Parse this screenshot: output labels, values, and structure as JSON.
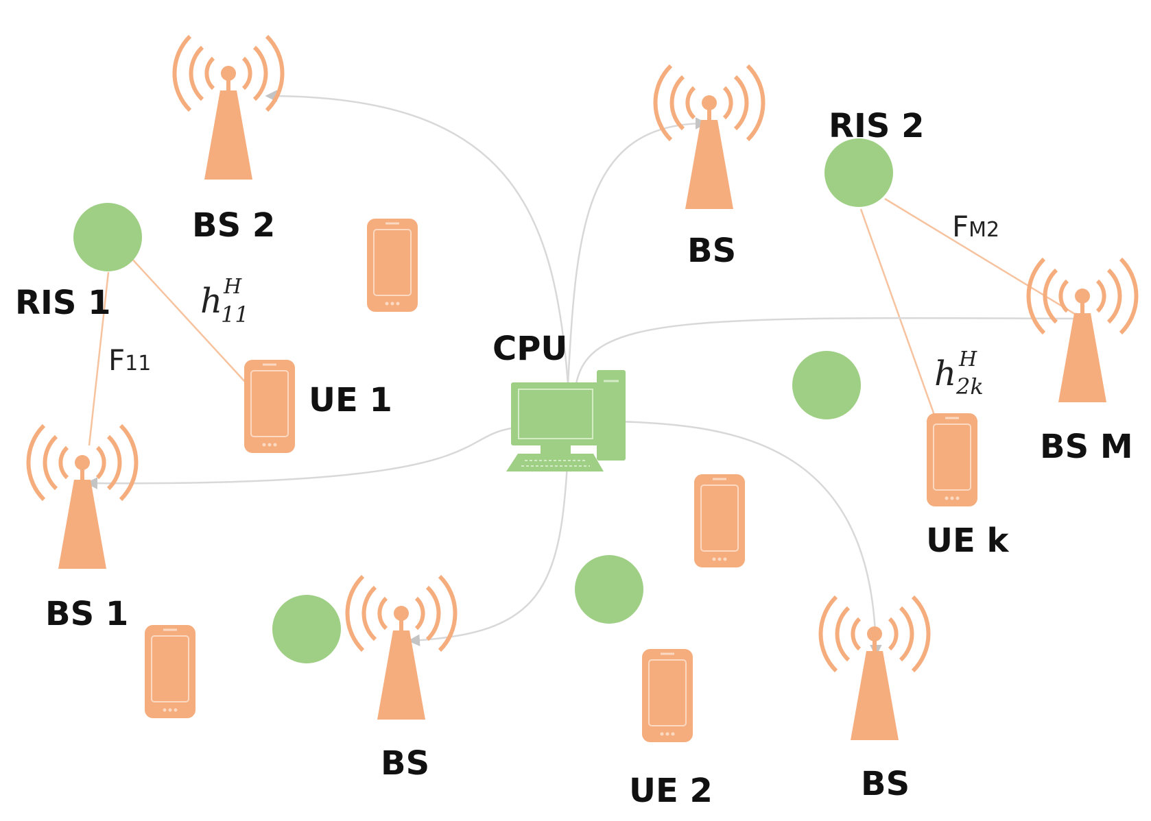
{
  "labels": {
    "bs_2": "BS 2",
    "bs_top": "BS",
    "bs_m": "BS M",
    "bs_1": "BS 1",
    "bs_bottom_mid": "BS",
    "bs_bottom_right": "BS",
    "ris_1": "RIS 1",
    "ris_2": "RIS 2",
    "cpu": "CPU",
    "ue_1": "UE 1",
    "ue_2": "UE 2",
    "ue_k": "UE k"
  },
  "channels": {
    "f11_base": "F",
    "f11_sub": "11",
    "fm2_base": "F",
    "fm2_sub": "M2",
    "h11_base": "h",
    "h11_sup": "H",
    "h11_sub": "11",
    "h2k_base": "h",
    "h2k_sup": "H",
    "h2k_sub": "2k"
  },
  "colors": {
    "base_station": "#f5ad7e",
    "ris": "#9fcf85",
    "cpu": "#9fcf85",
    "link": "#d8d8d8",
    "channel_line": "#f7c29e",
    "label": "#111111"
  }
}
